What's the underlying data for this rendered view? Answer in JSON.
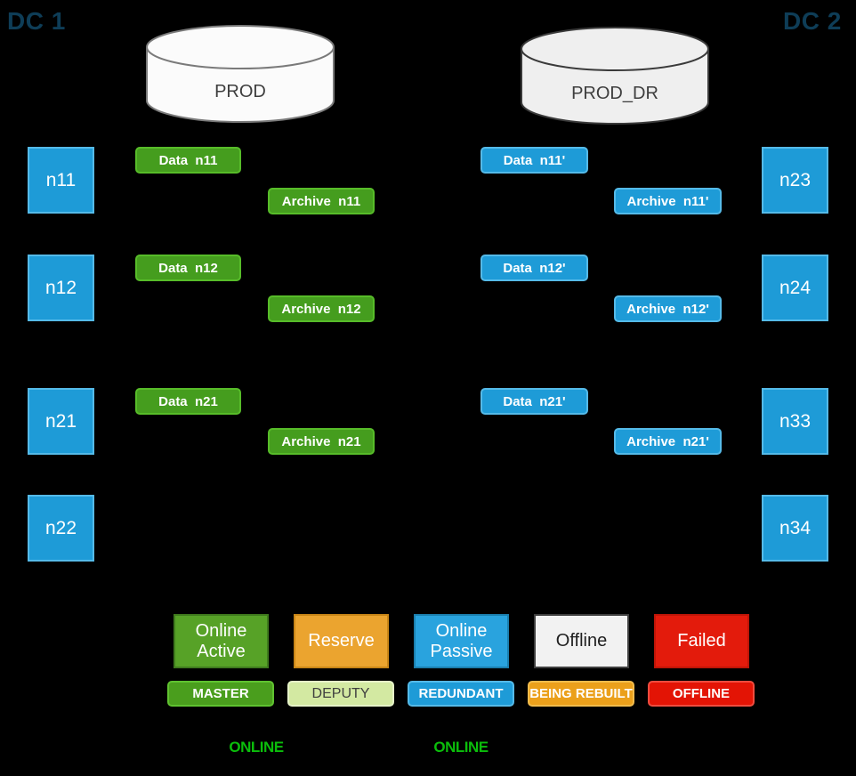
{
  "dc1": {
    "label": "DC 1",
    "database": "PROD",
    "nodes": [
      "n11",
      "n12",
      "n21",
      "n22"
    ],
    "data_chips": [
      "Data  n11",
      "Data  n12",
      "Data  n21"
    ],
    "archive_chips": [
      "Archive  n11",
      "Archive  n12",
      "Archive  n21"
    ]
  },
  "dc2": {
    "label": "DC 2",
    "database": "PROD_DR",
    "nodes": [
      "n23",
      "n24",
      "n33",
      "n34"
    ],
    "data_chips": [
      "Data  n11'",
      "Data  n12'",
      "Data  n21'"
    ],
    "archive_chips": [
      "Archive  n11'",
      "Archive  n12'",
      "Archive  n21'"
    ]
  },
  "legend": {
    "state_boxes": [
      {
        "label": "Online Active",
        "variant": "online-active"
      },
      {
        "label": "Reserve",
        "variant": "reserve"
      },
      {
        "label": "Online Passive",
        "variant": "online-passive"
      },
      {
        "label": "Offline",
        "variant": "offline"
      },
      {
        "label": "Failed",
        "variant": "failed"
      }
    ],
    "role_chips": [
      {
        "label": "MASTER",
        "variant": "master"
      },
      {
        "label": "DEPUTY",
        "variant": "deputy"
      },
      {
        "label": "REDUNDANT",
        "variant": "redundant"
      },
      {
        "label": "BEING REBUILT",
        "variant": "being-rebuilt"
      },
      {
        "label": "OFFLINE",
        "variant": "offline-red"
      }
    ],
    "status_labels": [
      "ONLINE",
      "ONLINE"
    ]
  },
  "colors": {
    "background": "#000000",
    "dc_label": "#0E3D57",
    "node_blue": "#1E9BD7",
    "node_blue_border": "#55BAE8",
    "chip_green": "#459D1E",
    "chip_green_border": "#57BC29",
    "legend_green": "#57A227",
    "legend_orange": "#EBA42F",
    "legend_blue": "#29A3DE",
    "legend_offwhite": "#F2F2F2",
    "legend_red": "#E31B0C",
    "chip_master_green": "#4A9E1D",
    "chip_deputy_green": "#D3E9A2",
    "chip_rebuilt_orange": "#EBA01B",
    "chip_offline_red": "#E31405",
    "online_text_green": "#0BBE0B",
    "cylinder_prod_fill": "#FBFBFB",
    "cylinder_prod_stroke": "#7A7A7A",
    "cylinder_proddr_fill": "#EFEFEF",
    "cylinder_proddr_stroke": "#3A3A3A"
  }
}
